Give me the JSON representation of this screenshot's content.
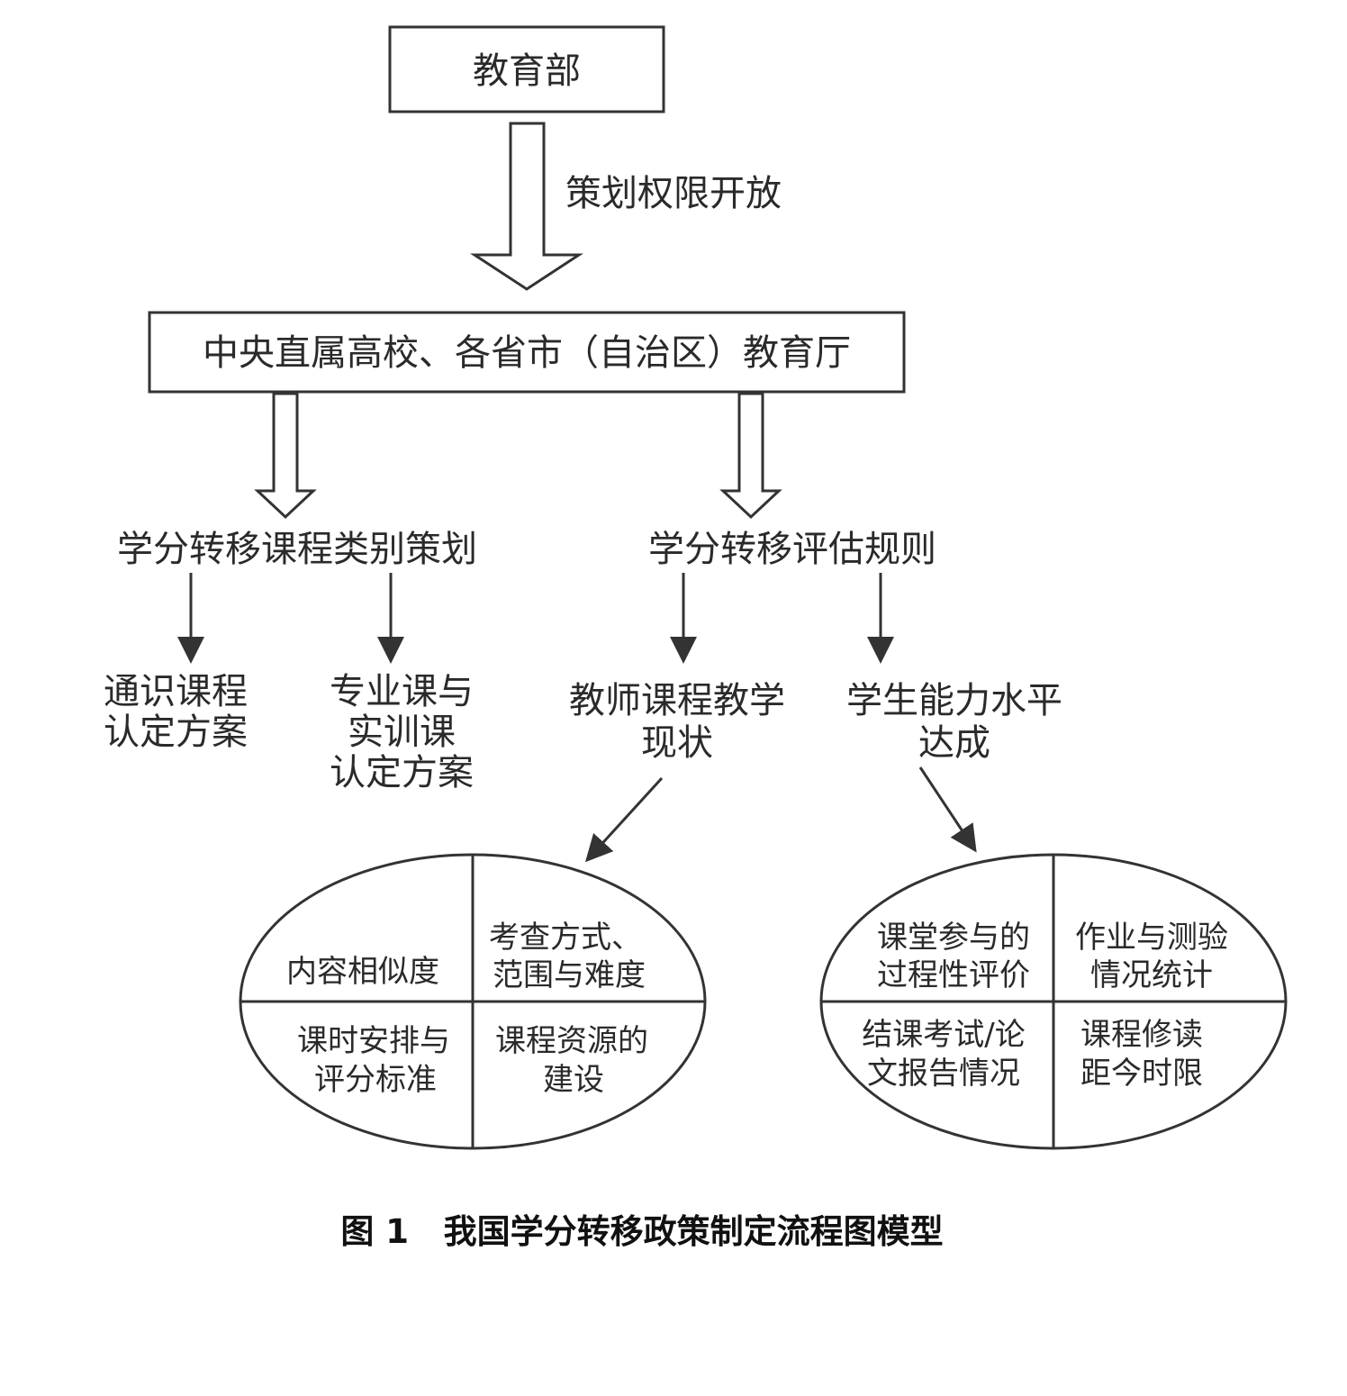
{
  "nodes": {
    "moe": "教育部",
    "arrow_label": "策划权限开放",
    "provincial": "中央直属高校、各省市（自治区）教育厅",
    "course_planning": "学分转移课程类别策划",
    "assessment_rules": "学分转移评估规则",
    "general_course": [
      "通识课程",
      "认定方案"
    ],
    "major_course": [
      "专业课与",
      "实训课",
      "认定方案"
    ],
    "teacher_status": [
      "教师课程教学",
      "现状"
    ],
    "student_ability": [
      "学生能力水平",
      "达成"
    ]
  },
  "ellipse_left": {
    "q1": [
      "内容相似度"
    ],
    "q2": [
      "考查方式、",
      "范围与难度"
    ],
    "q3": [
      "课时安排与",
      "评分标准"
    ],
    "q4": [
      "课程资源的",
      "建设"
    ]
  },
  "ellipse_right": {
    "q1": [
      "课堂参与的",
      "过程性评价"
    ],
    "q2": [
      "作业与测验",
      "情况统计"
    ],
    "q3": [
      "结课考试/论",
      "文报告情况"
    ],
    "q4": [
      "课程修读",
      "距今时限"
    ]
  },
  "caption": "图 1   我国学分转移政策制定流程图模型",
  "colors": {
    "stroke": "#333333",
    "text": "#2a2a2a"
  }
}
